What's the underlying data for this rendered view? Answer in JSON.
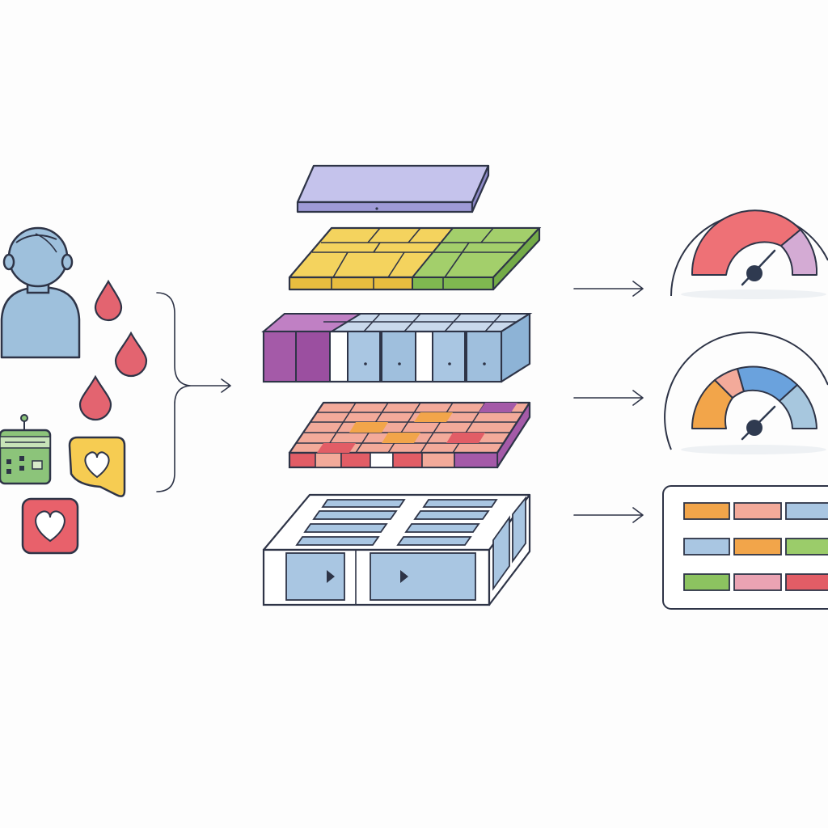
{
  "palette": {
    "outline": "#2e3447",
    "person_blue": "#9ec0dc",
    "drop_red": "#e36470",
    "heart_card_yellow": "#f6cc52",
    "heart_card_red": "#e8616b",
    "device_green": "#8cc47a",
    "top_slab": "#c5c3ec",
    "yellow": "#f4d35e",
    "green": "#8cc360",
    "purple": "#a45aa8",
    "light_blue": "#a9c6e2",
    "orange": "#f2a54a",
    "salmon": "#f3aa9a",
    "red": "#e25d66",
    "pink": "#eaa3b3",
    "gauge_red": "#ee7176",
    "gauge_lilac": "#d4abd4",
    "gauge_blue": "#6aa2dd",
    "gauge_pale_blue": "#a7c7de",
    "needle": "#2f3a50"
  },
  "icons": {
    "person": "patient-icon",
    "drops": "blood-drop-icon",
    "device": "medical-device-icon",
    "heart": "heart-icon"
  },
  "diagram": {
    "inputs": [
      "patient",
      "blood-drops",
      "medical-device",
      "heart-rating-cards"
    ],
    "layers": [
      "top-slab",
      "yellow-green-grid",
      "purple-blue-blocks",
      "multicolor-grid",
      "blue-drawer-blocks"
    ],
    "outputs": [
      {
        "kind": "gauge",
        "segments": [
          "red",
          "lilac"
        ]
      },
      {
        "kind": "gauge",
        "segments": [
          "orange",
          "salmon",
          "blue",
          "pale-blue"
        ]
      },
      {
        "kind": "table",
        "rows": [
          [
            "orange",
            "salmon",
            "light-blue"
          ],
          [
            "light-blue",
            "orange",
            "green"
          ],
          [
            "green",
            "pink",
            "red"
          ]
        ]
      }
    ]
  }
}
